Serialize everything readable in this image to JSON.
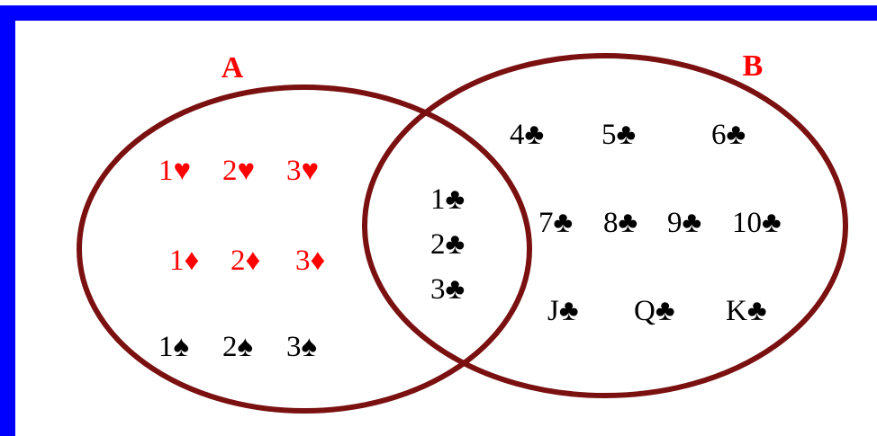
{
  "colors": {
    "frame": "#0000ff",
    "circle": "#7a1010",
    "set_label": "#ff0000",
    "red_suit": "#ff0000",
    "black_suit": "#000000",
    "background": "#ffffff"
  },
  "sets": {
    "a_label": "A",
    "b_label": "B"
  },
  "only_a": {
    "hearts": [
      "1♥",
      "2♥",
      "3♥"
    ],
    "diamonds": [
      "1♦",
      "2♦",
      "3♦"
    ],
    "spades": [
      "1♠",
      "2♠",
      "3♠"
    ]
  },
  "intersection": {
    "clubs": [
      "1♣",
      "2♣",
      "3♣"
    ]
  },
  "only_b": {
    "row1": [
      "4♣",
      "5♣",
      "6♣"
    ],
    "row2": [
      "7♣",
      "8♣",
      "9♣",
      "10♣"
    ],
    "row3": [
      "J♣",
      "Q♣",
      "K♣"
    ]
  }
}
